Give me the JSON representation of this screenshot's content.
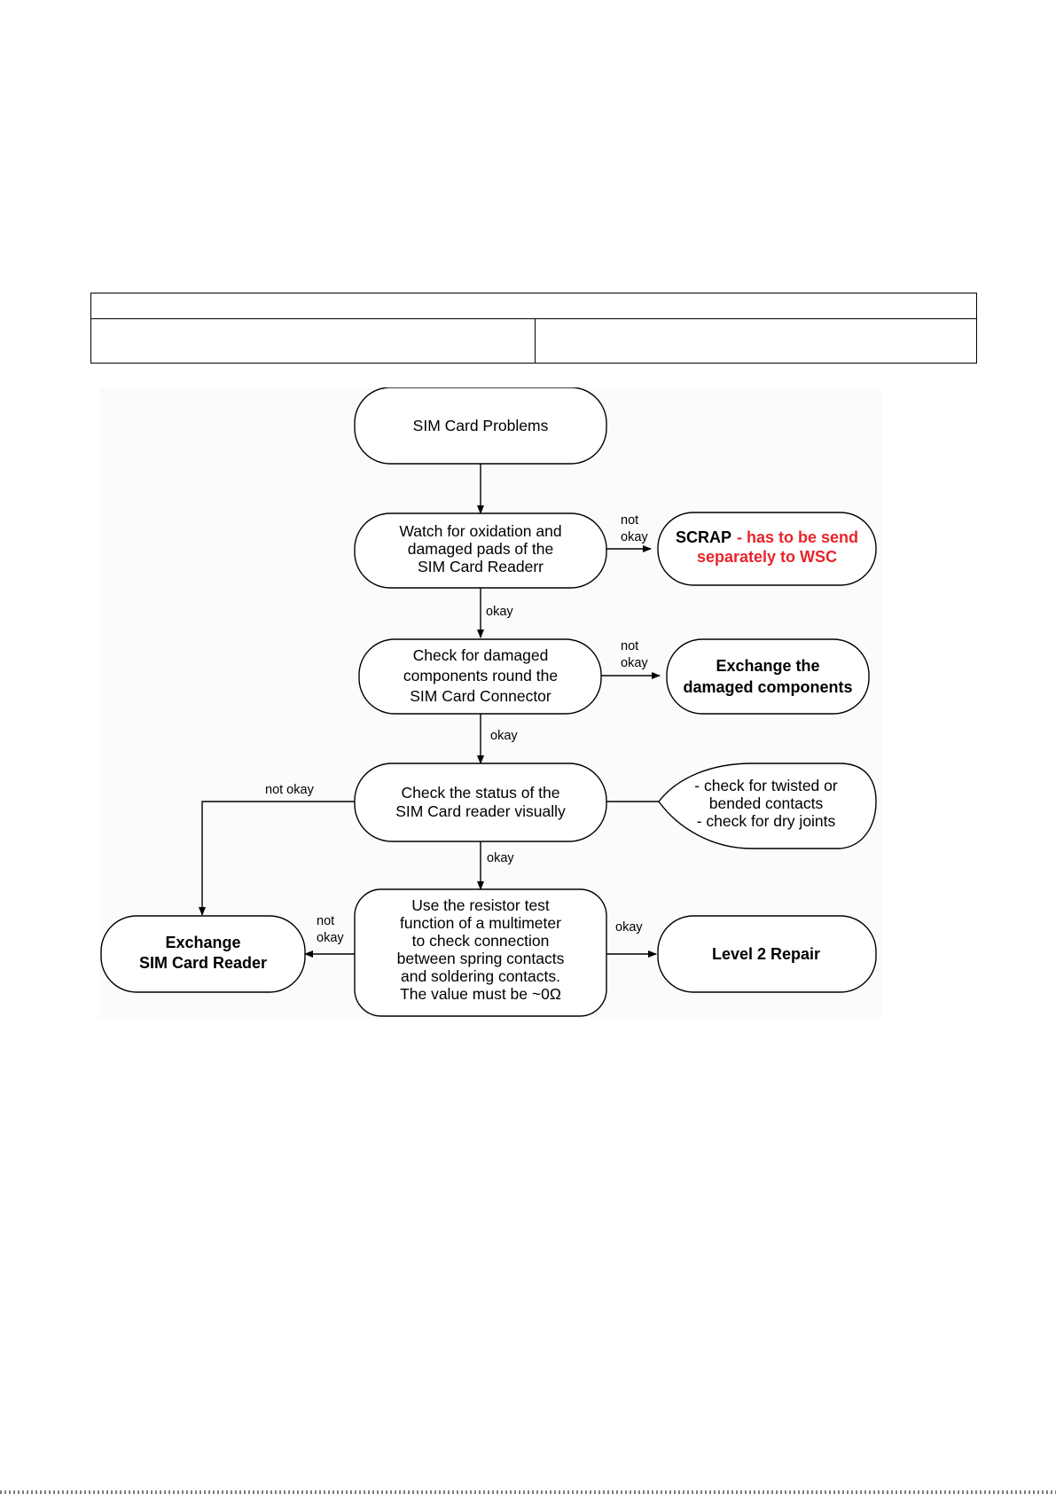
{
  "header_table": {
    "row1": "",
    "left_cell": "",
    "right_cell": ""
  },
  "flowchart": {
    "start": {
      "text": "SIM Card Problems"
    },
    "step1": {
      "lines": [
        "Watch for oxidation and",
        "damaged pads of the",
        "SIM Card Readerr"
      ]
    },
    "scrap": {
      "bold": "SCRAP",
      "red_line1": "- has to be send",
      "red_line2": "separately to WSC"
    },
    "step2": {
      "lines": [
        "Check for damaged",
        "components round the",
        "SIM Card Connector"
      ]
    },
    "exchange_components": {
      "lines": [
        "Exchange the",
        "damaged components"
      ]
    },
    "step3": {
      "lines": [
        "Check the status of the",
        "SIM Card reader visually"
      ]
    },
    "note": {
      "lines": [
        "- check for twisted or",
        "bended contacts",
        "- check for dry joints"
      ]
    },
    "step4": {
      "lines": [
        "Use the resistor test",
        "function of a multimeter",
        "to check connection",
        "between spring contacts",
        "and soldering contacts.",
        "The value must be ~0Ω"
      ]
    },
    "exchange_reader": {
      "lines": [
        "Exchange",
        "SIM Card Reader"
      ]
    },
    "level2": {
      "text": "Level 2 Repair"
    },
    "labels": {
      "not_okay_1": [
        "not",
        "okay"
      ],
      "okay_1": "okay",
      "not_okay_2": [
        "not",
        "okay"
      ],
      "okay_2": "okay",
      "not_okay_3": "not okay",
      "okay_3": "okay",
      "not_okay_4": [
        "not",
        "okay"
      ],
      "okay_4": "okay"
    }
  },
  "colors": {
    "stroke": "#000000",
    "box_fill": "#ffffff",
    "warning_red": "#e8242a",
    "panel_bg": "#fbfbfb"
  }
}
